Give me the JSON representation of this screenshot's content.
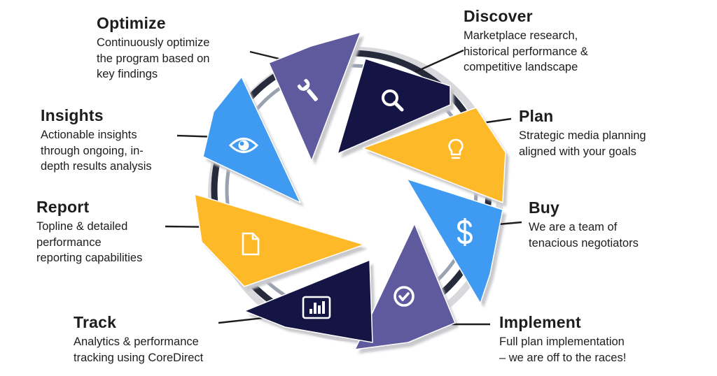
{
  "colors": {
    "navy": "#141545",
    "purple": "#5e5a9d",
    "blue": "#3f9bf1",
    "gold": "#fdb927",
    "ring_dark": "#262b3c",
    "ring_mid": "#9aa2b0",
    "shadow": "#c9c9cd",
    "text": "#1d1d1f"
  },
  "stages": [
    {
      "key": "discover",
      "title": "Discover",
      "description": "Marketplace research, historical performance & competitive landscape",
      "lines": [
        "Marketplace research,",
        "historical performance &",
        "competitive landscape"
      ],
      "icon": "search-icon",
      "color": "navy"
    },
    {
      "key": "plan",
      "title": "Plan",
      "description": "Strategic media planning aligned with your goals",
      "lines": [
        "Strategic media planning",
        "aligned with your goals"
      ],
      "icon": "lightbulb-icon",
      "color": "gold"
    },
    {
      "key": "buy",
      "title": "Buy",
      "description": "We are a team of tenacious negotiators",
      "lines": [
        "We are a team of",
        "tenacious negotiators"
      ],
      "icon": "dollar-icon",
      "color": "blue"
    },
    {
      "key": "implement",
      "title": "Implement",
      "description": "Full plan implementation – we are off to the races!",
      "lines": [
        "Full plan implementation",
        "– we are off to the races!"
      ],
      "icon": "checkmark-icon",
      "color": "purple"
    },
    {
      "key": "track",
      "title": "Track",
      "description": "Analytics & performance tracking using CoreDirect",
      "lines": [
        "Analytics & performance",
        "tracking using CoreDirect"
      ],
      "icon": "bar-chart-icon",
      "color": "navy"
    },
    {
      "key": "report",
      "title": "Report",
      "description": "Topline & detailed performance reporting capabilities",
      "lines": [
        "Topline & detailed",
        "performance",
        "reporting capabilities"
      ],
      "icon": "document-icon",
      "color": "gold"
    },
    {
      "key": "insights",
      "title": "Insights",
      "description": "Actionable insights through ongoing, in-depth results analysis",
      "lines": [
        "Actionable insights",
        "through ongoing, in-",
        "depth results analysis"
      ],
      "icon": "eye-icon",
      "color": "blue"
    },
    {
      "key": "optimize",
      "title": "Optimize",
      "description": "Continuously optimize the program based on key findings",
      "lines": [
        "Continuously optimize",
        "the program based on",
        "key findings"
      ],
      "icon": "wrench-icon",
      "color": "purple"
    }
  ]
}
